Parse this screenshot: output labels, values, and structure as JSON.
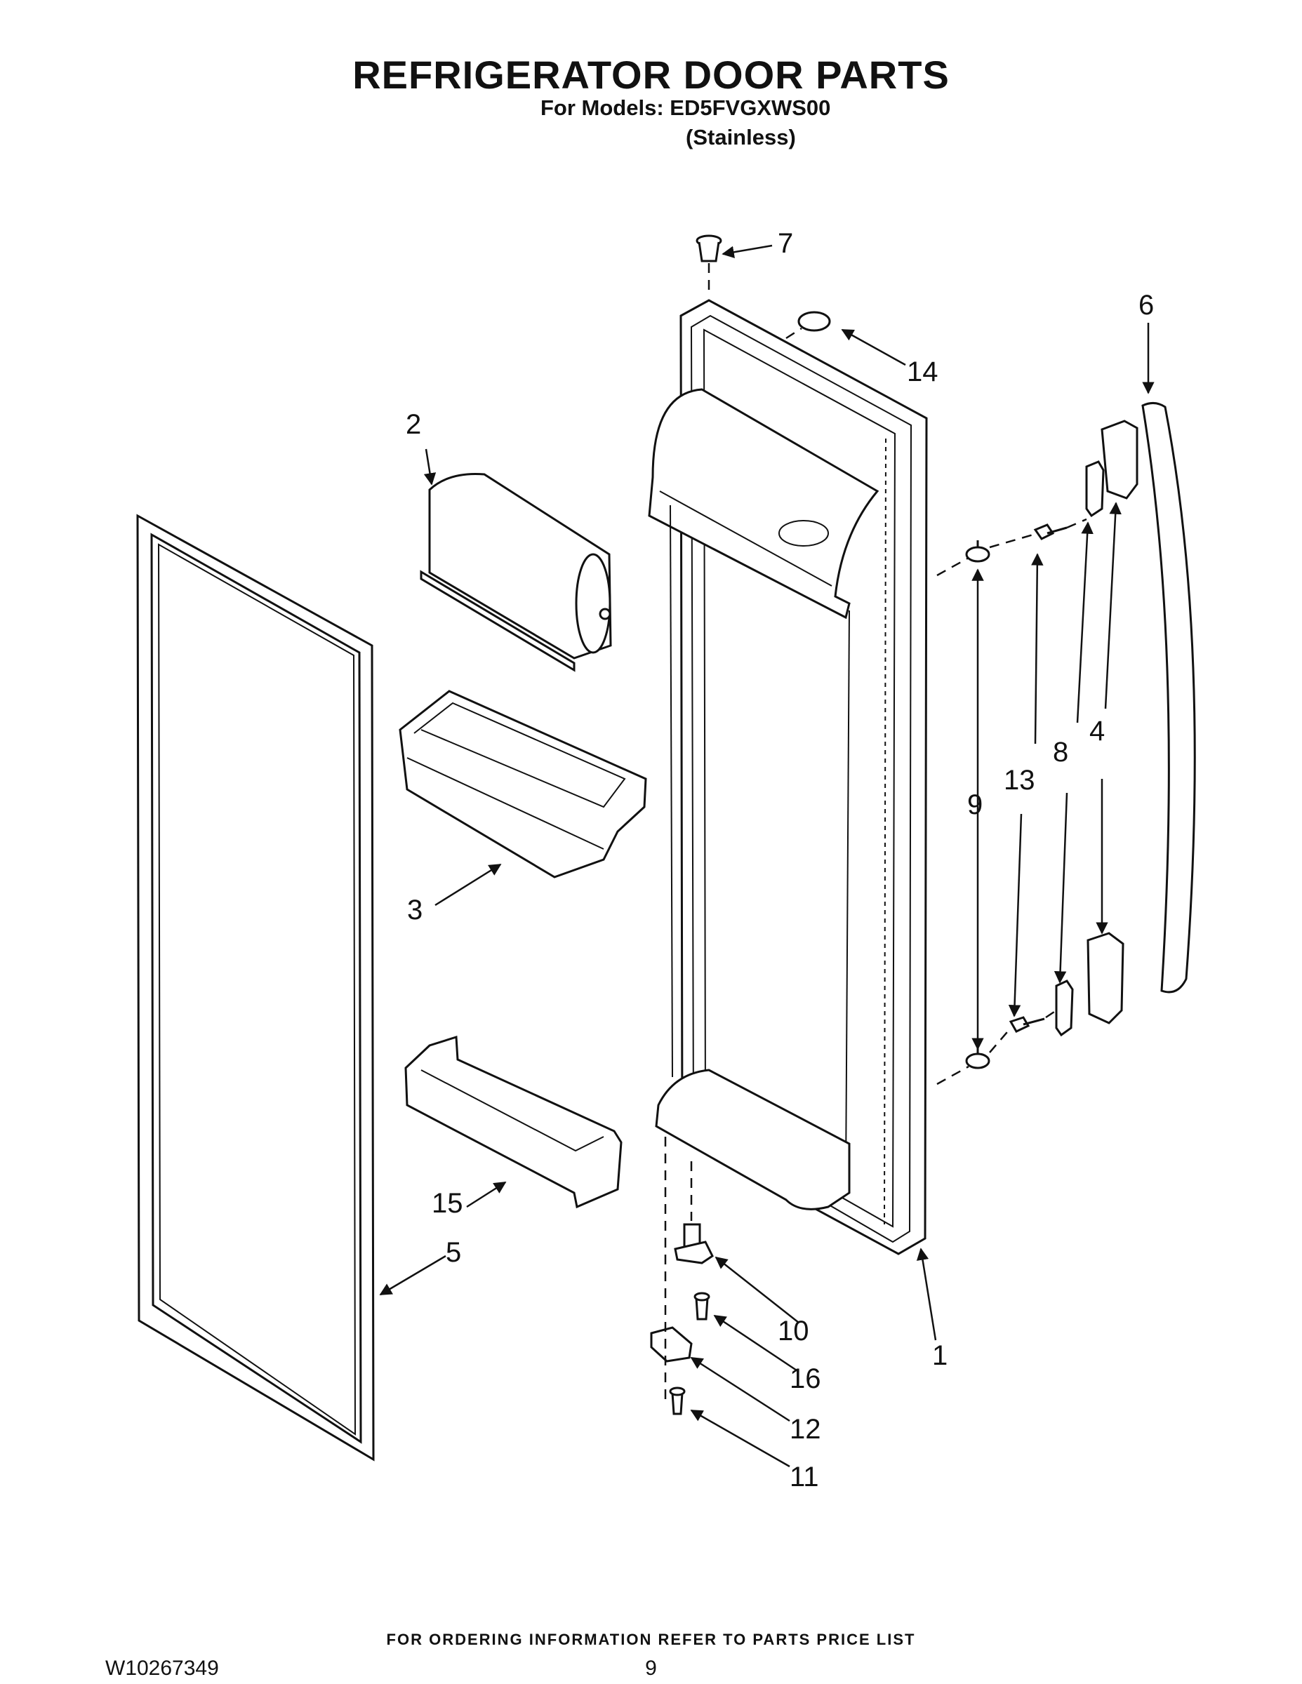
{
  "title": "REFRIGERATOR DOOR PARTS",
  "models_line": "For Models: ED5FVGXWS00",
  "variant_line": "(Stainless)",
  "footer_note": "FOR ORDERING INFORMATION REFER TO PARTS PRICE LIST",
  "doc_number": "W10267349",
  "page_number": "9",
  "callouts": {
    "c1": "1",
    "c2": "2",
    "c3": "3",
    "c4": "4",
    "c5": "5",
    "c6": "6",
    "c7": "7",
    "c8": "8",
    "c9": "9",
    "c10": "10",
    "c11": "11",
    "c12": "12",
    "c13": "13",
    "c14": "14",
    "c15": "15",
    "c16": "16"
  }
}
